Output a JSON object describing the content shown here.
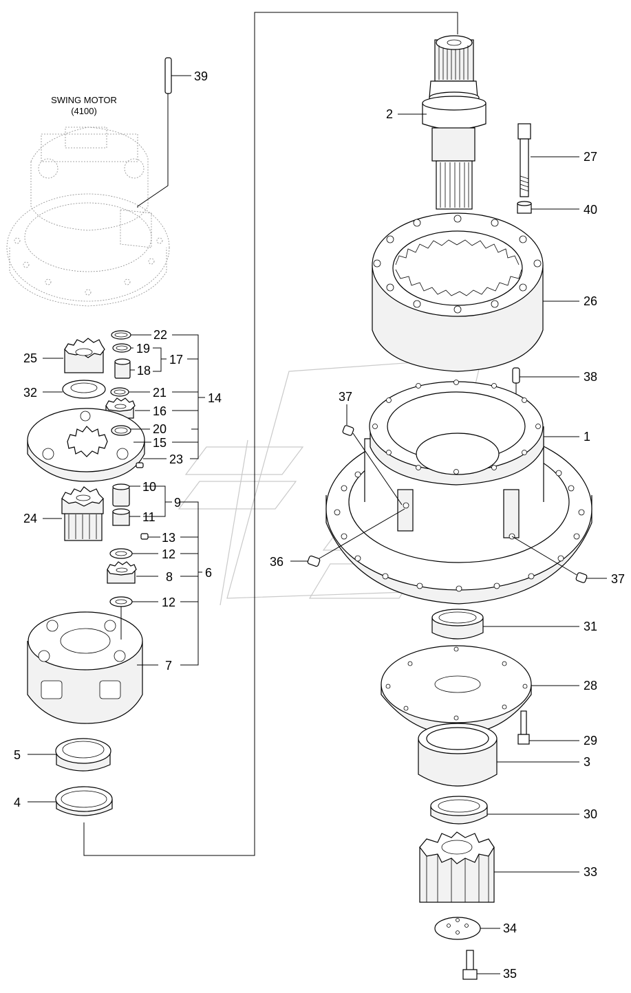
{
  "swing_motor": {
    "title": "SWING MOTOR",
    "code": "(4100)"
  },
  "callouts": {
    "c1": "1",
    "c2": "2",
    "c3": "3",
    "c4": "4",
    "c5": "5",
    "c6": "6",
    "c7": "7",
    "c8": "8",
    "c9": "9",
    "c10": "10",
    "c11": "11",
    "c12a": "12",
    "c12b": "12",
    "c13": "13",
    "c14": "14",
    "c15": "15",
    "c16": "16",
    "c17": "17",
    "c18": "18",
    "c19": "19",
    "c20": "20",
    "c21": "21",
    "c22": "22",
    "c23": "23",
    "c24": "24",
    "c25": "25",
    "c26": "26",
    "c27": "27",
    "c28": "28",
    "c29": "29",
    "c30": "30",
    "c31": "31",
    "c32": "32",
    "c33": "33",
    "c34": "34",
    "c35": "35",
    "c36a": "36",
    "c37a": "37",
    "c37b": "37",
    "c38": "38",
    "c39": "39",
    "c40": "40"
  }
}
